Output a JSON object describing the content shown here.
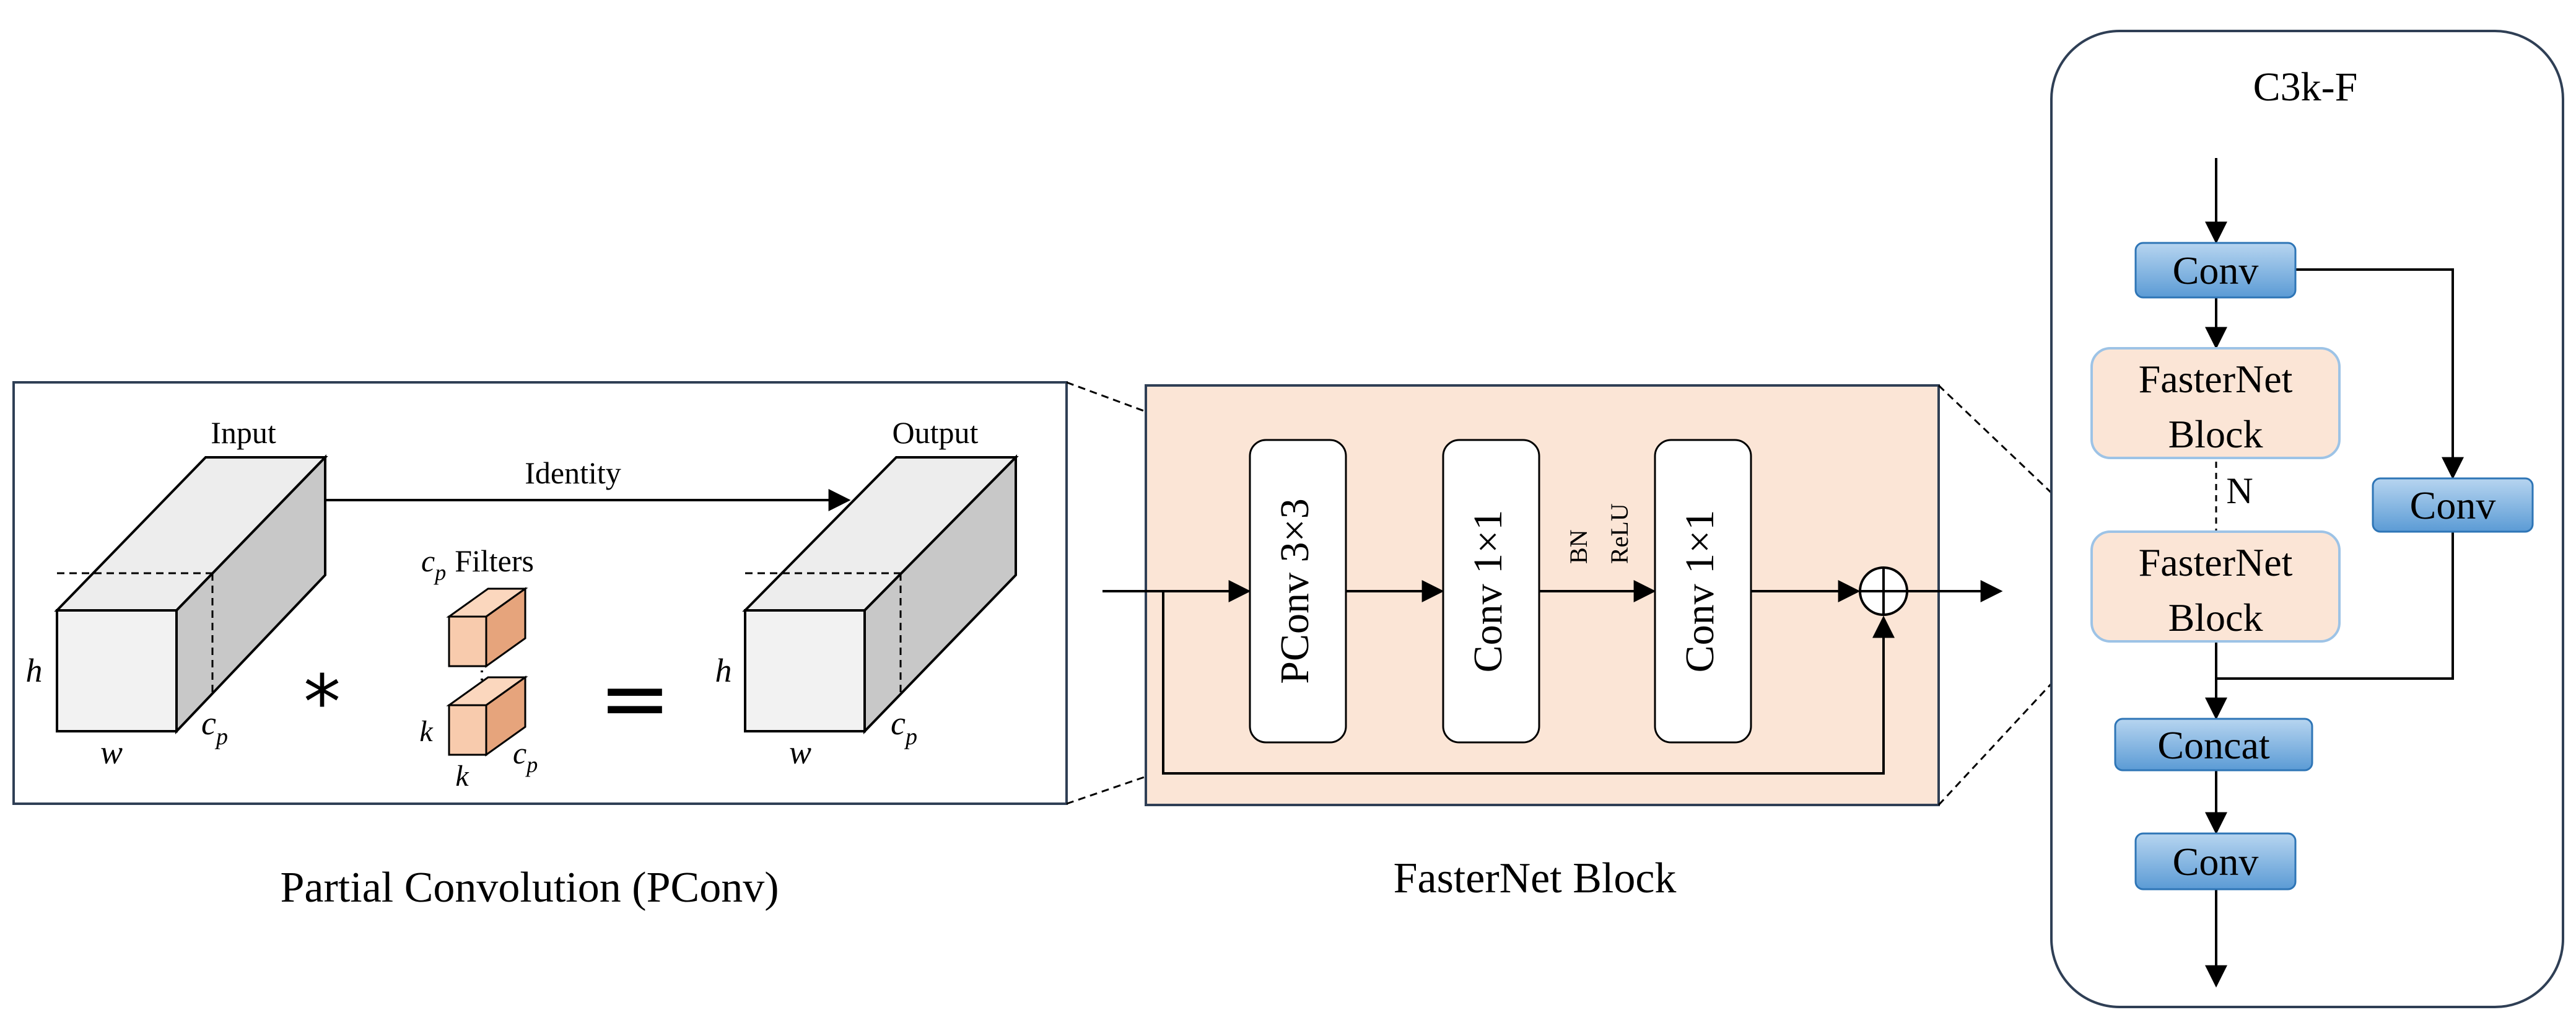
{
  "pconv_panel": {
    "caption": "Partial Convolution (PConv)",
    "input_label": "Input",
    "output_label": "Output",
    "identity_label": "Identity",
    "filters_cp": "c",
    "filters_sub": "p",
    "filters_label": "Filters",
    "h": "h",
    "w": "w",
    "cp": "c",
    "cp_sub": "p",
    "k": "k",
    "star": "*",
    "equals": "="
  },
  "fasternet_panel": {
    "caption": "FasterNet Block",
    "pconv_label": "PConv 3×3",
    "conv1_label": "Conv 1×1",
    "conv2_label": "Conv 1×1",
    "bn_label": "BN",
    "relu_label": "ReLU",
    "add_symbol": "⊕"
  },
  "c3kf_panel": {
    "title": "C3k-F",
    "conv_top": "Conv",
    "fasternet_line1": "FasterNet",
    "fasternet_line2": "Block",
    "n_label": "N",
    "conv_side": "Conv",
    "concat": "Concat",
    "conv_bottom": "Conv"
  },
  "colors": {
    "peach_fill": "#fbe5d6",
    "peach_border": "#9dc3e6",
    "blue_fill": "#5b9bd5",
    "blue_light": "#9dc3e6",
    "filter_orange": "#f8cbad",
    "cube_front": "#f2f2f2",
    "cube_side": "#bfbfbf",
    "cube_top": "#ededed",
    "panel_border": "#2f4f6f"
  }
}
